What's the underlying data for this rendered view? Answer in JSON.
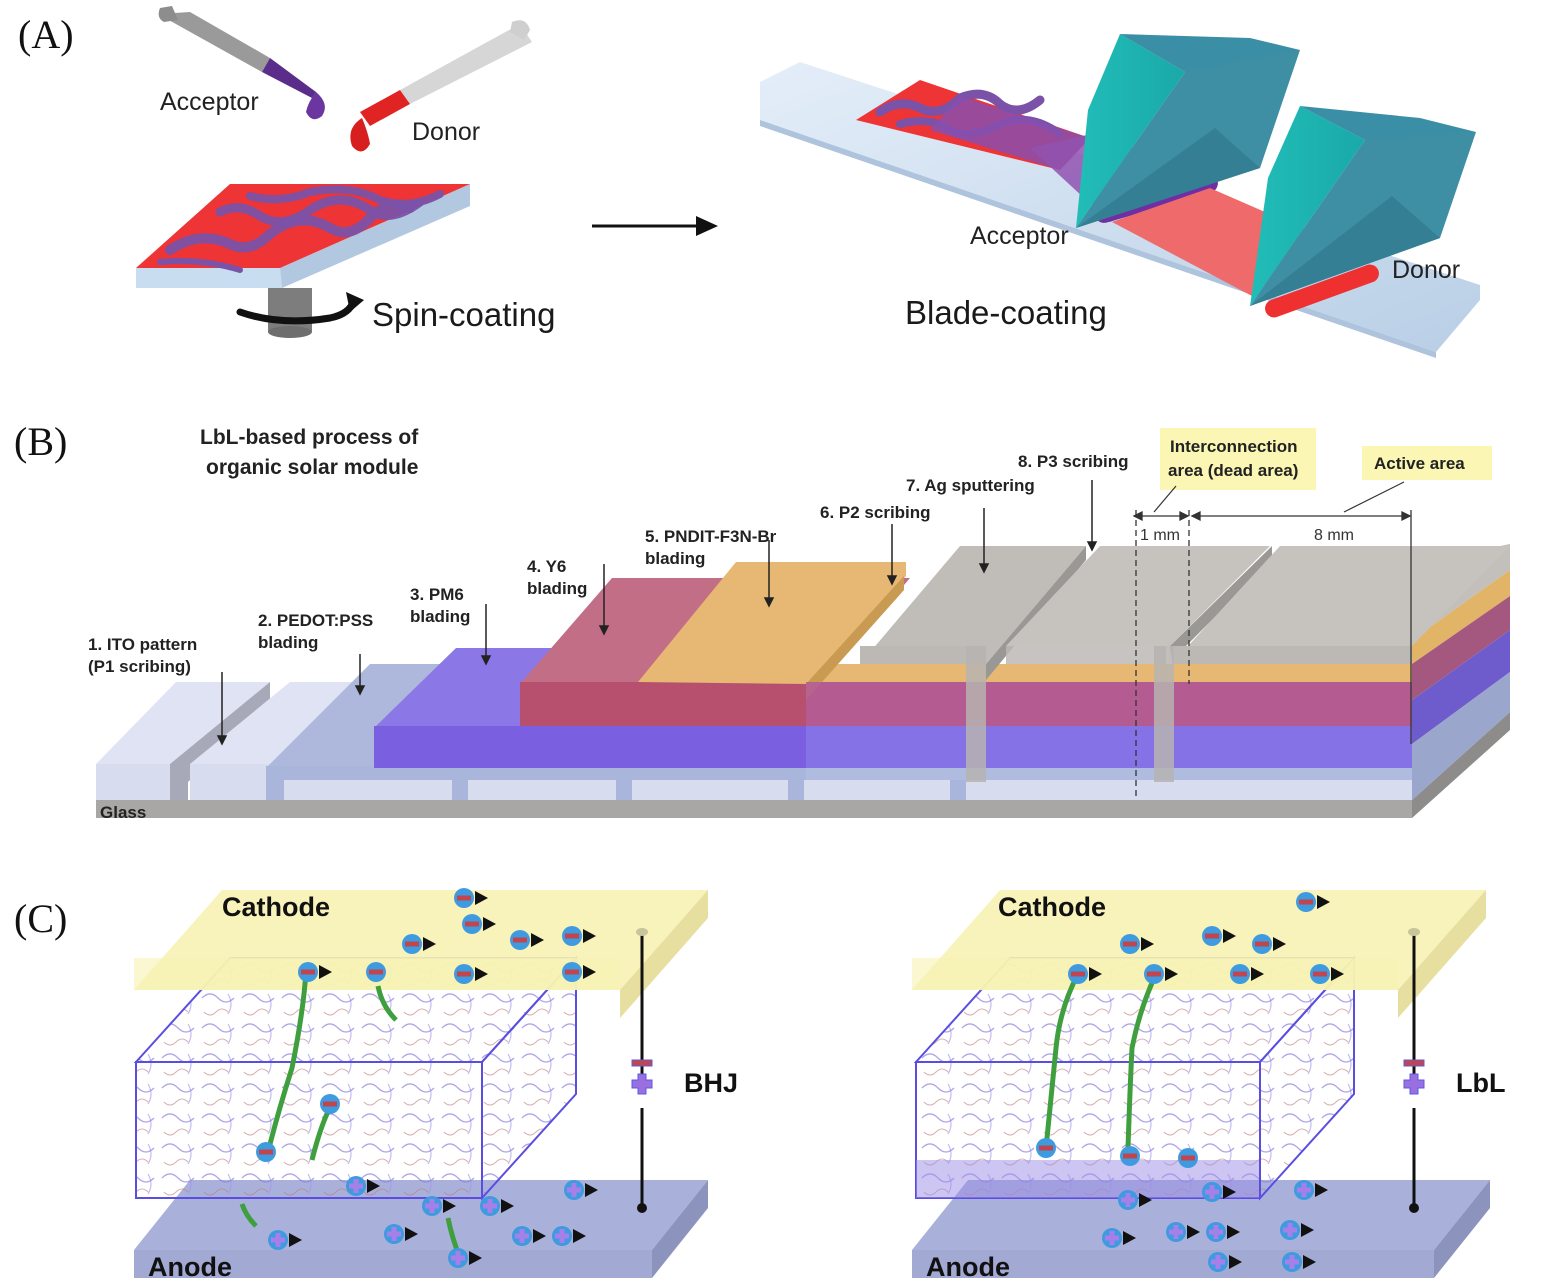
{
  "figure": {
    "panels": {
      "a": {
        "label": "(A)",
        "spin": {
          "acceptor_label": "Acceptor",
          "donor_label": "Donor",
          "method_label": "Spin-coating"
        },
        "blade": {
          "acceptor_label": "Acceptor",
          "donor_label": "Donor",
          "method_label": "Blade-coating"
        }
      },
      "b": {
        "label": "(B)",
        "title_line1": "LbL-based process of",
        "title_line2": "organic solar module",
        "steps": [
          {
            "line1": "1. ITO pattern",
            "line2": "(P1 scribing)"
          },
          {
            "line1": "2. PEDOT:PSS",
            "line2": "blading"
          },
          {
            "line1": "3. PM6",
            "line2": "blading"
          },
          {
            "line1": "4. Y6",
            "line2": "blading"
          },
          {
            "line1": "5. PNDIT-F3N-Br",
            "line2": "blading"
          },
          {
            "line1": "6. P2 scribing",
            "line2": ""
          },
          {
            "line1": "7. Ag sputtering",
            "line2": ""
          },
          {
            "line1": "8. P3 scribing",
            "line2": ""
          }
        ],
        "interconnection_line1": "Interconnection",
        "interconnection_line2": "area (dead area)",
        "active_area": "Active area",
        "dead_width": "1 mm",
        "active_width": "8 mm",
        "substrate": "Glass"
      },
      "c": {
        "label": "(C)",
        "left": {
          "cathode": "Cathode",
          "anode": "Anode",
          "type": "BHJ"
        },
        "right": {
          "cathode": "Cathode",
          "anode": "Anode",
          "type": "LbL"
        }
      }
    },
    "colors": {
      "donor": "#ee3333",
      "acceptor": "#7a45a8",
      "blade": "#1fb5b3",
      "blade_dark": "#3a8ea3",
      "substrate": "#c8dcef",
      "ito": "#d6dcef",
      "pedot": "#aab6dc",
      "pm6": "#7b62e0",
      "y6": "#b9506e",
      "pndit": "#e9b970",
      "ag": "#bfbcb8",
      "glass": "#a9a7a5",
      "cathode": "#f6f1b4",
      "anode": "#a8b0da",
      "electron": "#3e9be0",
      "hole_mark": "#9a6fe0",
      "path": "#3f9f3f"
    }
  }
}
